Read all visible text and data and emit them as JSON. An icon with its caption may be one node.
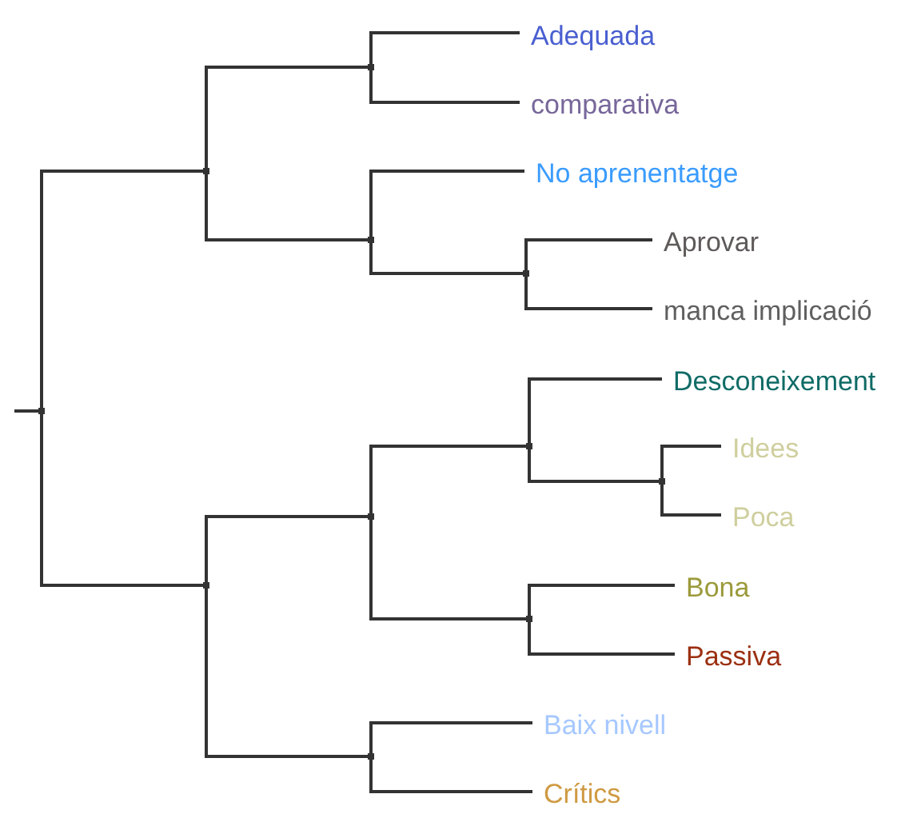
{
  "diagram": {
    "nodes": [
      {
        "text": [],
        "shape": "point"
      },
      {
        "text": [],
        "shape": "point"
      },
      {
        "text": [],
        "shape": "point"
      },
      {
        "text": [
          "Adequada"
        ]
      },
      {
        "text": [
          "comparativa"
        ]
      },
      {
        "text": [],
        "shape": "point"
      },
      {
        "text": [
          "No aprenentatge"
        ]
      },
      {
        "text": [],
        "shape": "point"
      },
      {
        "text": [
          "Aprovar"
        ]
      },
      {
        "text": [
          "manca implicació"
        ]
      },
      {
        "text": [],
        "shape": "point"
      },
      {
        "text": [],
        "shape": "point"
      },
      {
        "text": [],
        "shape": "point"
      },
      {
        "text": [
          "Desconeixement"
        ]
      },
      {
        "text": [],
        "shape": "point"
      },
      {
        "text": [
          "Idees"
        ]
      },
      {
        "text": [
          "Poca"
        ]
      },
      {
        "text": [],
        "shape": "point"
      },
      {
        "text": [
          "Bona"
        ]
      },
      {
        "text": [
          "Passiva"
        ]
      },
      {
        "text": [],
        "shape": "point"
      },
      {
        "text": [
          "Baix nivell"
        ]
      },
      {
        "text": [
          "Crítics"
        ]
      }
    ],
    "edges": [
      {
        "from": null,
        "to": 0,
        "arrow": "none"
      },
      {
        "from": 0,
        "to": 1,
        "arrow": "none"
      },
      {
        "from": 1,
        "to": 2,
        "arrow": "none"
      },
      {
        "from": 2,
        "to": 3,
        "arrow": "none"
      },
      {
        "from": 2,
        "to": 4,
        "arrow": "none"
      },
      {
        "from": 1,
        "to": 5,
        "arrow": "none"
      },
      {
        "from": 5,
        "to": 6,
        "arrow": "none"
      },
      {
        "from": 5,
        "to": 7,
        "arrow": "none"
      },
      {
        "from": 7,
        "to": 8,
        "arrow": "none"
      },
      {
        "from": 7,
        "to": 9,
        "arrow": "none"
      },
      {
        "from": 0,
        "to": 10,
        "arrow": "none"
      },
      {
        "from": 10,
        "to": 11,
        "arrow": "none"
      },
      {
        "from": 11,
        "to": 12,
        "arrow": "none"
      },
      {
        "from": 12,
        "to": 13,
        "arrow": "none"
      },
      {
        "from": 12,
        "to": 14,
        "arrow": "none"
      },
      {
        "from": 14,
        "to": 15,
        "arrow": "none"
      },
      {
        "from": 14,
        "to": 16,
        "arrow": "none"
      },
      {
        "from": 11,
        "to": 17,
        "arrow": "none"
      },
      {
        "from": 17,
        "to": 18,
        "arrow": "none"
      },
      {
        "from": 17,
        "to": 19,
        "arrow": "none"
      },
      {
        "from": 10,
        "to": 20,
        "arrow": "none"
      },
      {
        "from": 20,
        "to": 21,
        "arrow": "none"
      },
      {
        "from": 20,
        "to": 22,
        "arrow": "none"
      }
    ]
  }
}
